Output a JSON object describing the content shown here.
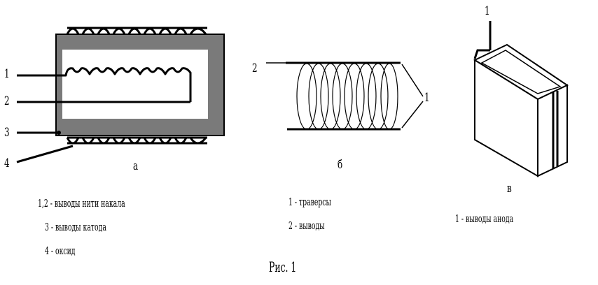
{
  "figure_a": {
    "letter": "а",
    "callouts": [
      "1",
      "2",
      "3",
      "4"
    ],
    "legend": [
      "1,2 - выводы нити накала",
      "3 - выводы катода",
      "4 - оксид"
    ]
  },
  "figure_b": {
    "letter": "б",
    "callouts": [
      "2",
      "1"
    ],
    "legend": [
      "1 - траверсы",
      "2 - выводы"
    ]
  },
  "figure_c": {
    "letter": "в",
    "callouts": [
      "1"
    ],
    "legend": [
      "1 - выводы анода"
    ]
  },
  "caption": "Рис. 1"
}
